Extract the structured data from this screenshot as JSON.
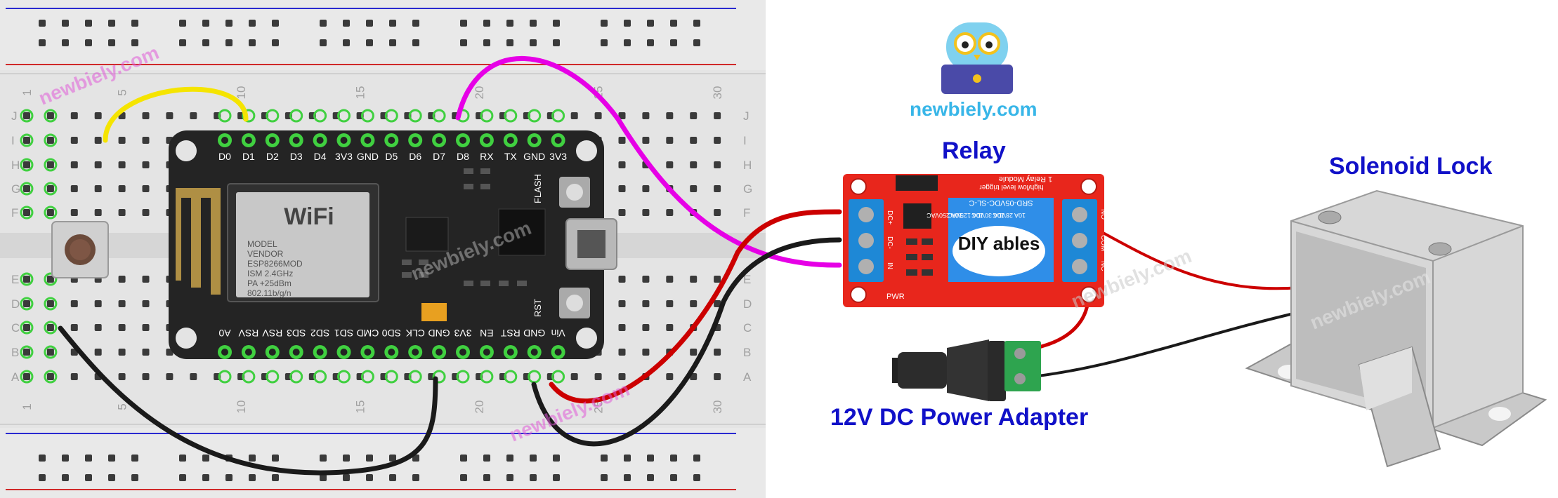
{
  "brand": {
    "logo_text": "newbiely.com",
    "watermark": "newbiely.com"
  },
  "labels": {
    "relay": "Relay",
    "solenoid": "Solenoid Lock",
    "power": "12V DC Power Adapter"
  },
  "breadboard": {
    "row_letters_top": [
      "J",
      "I",
      "H",
      "G",
      "F"
    ],
    "row_letters_bottom": [
      "E",
      "D",
      "C",
      "B",
      "A"
    ],
    "column_numbers": [
      "1",
      "5",
      "10",
      "15",
      "20",
      "25",
      "30"
    ]
  },
  "esp8266": {
    "top_pins": [
      "D0",
      "D1",
      "D2",
      "D3",
      "D4",
      "3V3",
      "GND",
      "D5",
      "D6",
      "D7",
      "D8",
      "RX",
      "TX",
      "GND",
      "3V3"
    ],
    "bottom_pins": [
      "A0",
      "RSV",
      "RSV",
      "SD3",
      "SD2",
      "SD1",
      "CMD",
      "SD0",
      "CLK",
      "GND",
      "3V3",
      "EN",
      "RST",
      "GND",
      "Vin"
    ],
    "wifi_text": "WiFi",
    "module_text": [
      "MODEL",
      "VENDOR",
      "ESP8266MOD",
      "ISM 2.4GHz",
      "PA +25dBm",
      "802.11b/g/n"
    ],
    "flash_label": "FLASH",
    "rst_label": "RST"
  },
  "relay_module": {
    "title_line": "1 Relay Module",
    "trigger_line": "high/low level trigger",
    "relay_part": "SRD-05VDC-SL-C",
    "ratings": [
      "10A 250VAC",
      "10A 125VAC",
      "10A 30VDC",
      "10A 28VDC"
    ],
    "brand": "DIY ables",
    "input_pins": [
      "DC+",
      "DC-",
      "IN"
    ],
    "output_pins": [
      "NO",
      "COM",
      "NC"
    ],
    "pwr_label": "PWR"
  },
  "colors": {
    "wire_yellow": "#f5e400",
    "wire_magenta": "#e600e6",
    "wire_red": "#cc0000",
    "wire_black": "#1a1a1a",
    "label_blue": "#1111c8",
    "logo_blue": "#38b6e8",
    "relay_red": "#e8261c",
    "board_black": "#222222"
  }
}
